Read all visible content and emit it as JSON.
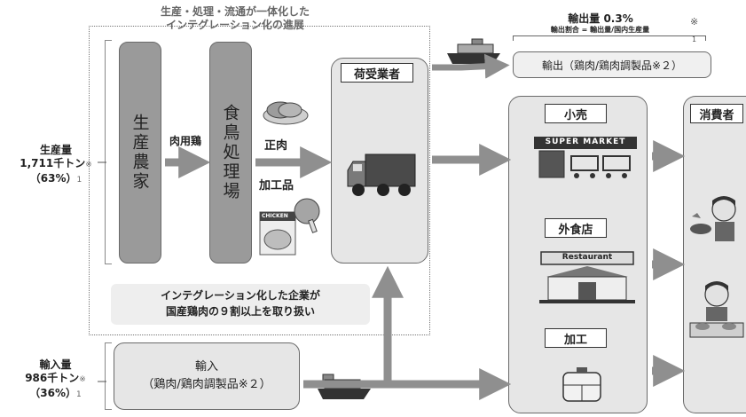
{
  "header": {
    "title_line1": "生産・処理・流通が一体化した",
    "title_line2": "インテグレーション化の進展"
  },
  "export_info": {
    "title": "輸出量 0.3%",
    "formula": "輸出割合 = 輸出量/国内生産量",
    "note_mark": "※",
    "note_num": "1",
    "box_label": "輸出（鶏肉/鶏肉調製品※２）"
  },
  "production": {
    "title": "生産量",
    "amount": "1,711千トン",
    "note_mark": "※",
    "percent": "（63%）",
    "note_num": "1"
  },
  "imports_left": {
    "title": "輸入量",
    "amount": "986千トン",
    "note_mark": "※",
    "percent": "（36%）",
    "note_num": "1"
  },
  "flow": {
    "farmer": "生産農家",
    "broiler_label": "肉用鶏",
    "processing_plant": "食鳥処理場",
    "fresh_meat": "正肉",
    "processed_goods": "加工品",
    "chicken_pkg": "CHICKEN",
    "receiver": "荷受業者",
    "integration_line1": "インテグレーション化した企業が",
    "integration_line2": "国産鶏肉の９割以上を取り扱い"
  },
  "import_box": {
    "line1": "輸入",
    "line2": "（鶏肉/鶏肉調製品※２）"
  },
  "channels": {
    "retail": "小売",
    "supermarket_sign": "SUPER MARKET",
    "restaurant": "外食店",
    "restaurant_sign": "Restaurant",
    "processing": "加工"
  },
  "consumer": "消費者"
}
